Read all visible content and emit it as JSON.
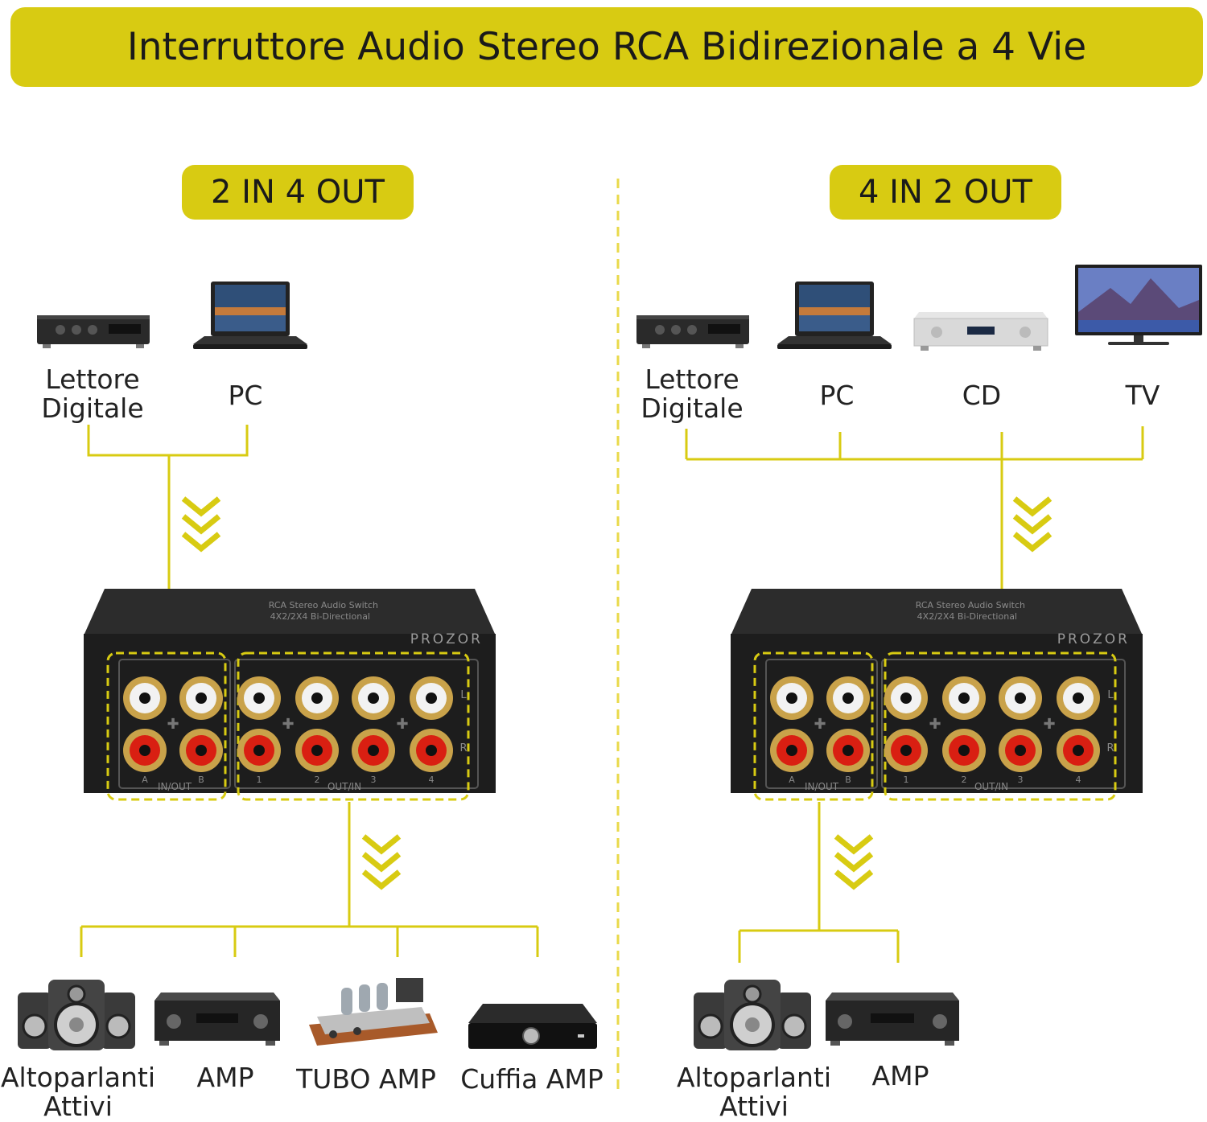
{
  "title": "Interruttore Audio Stereo RCA Bidirezionale a 4 Vie",
  "colors": {
    "accent": "#d8cb12",
    "divider": "#e9d94a",
    "jack_red": "#d91f12",
    "jack_white": "#f2f2f2",
    "gold": "#c9a24a"
  },
  "left": {
    "mode": "2 IN 4 OUT",
    "sources": [
      {
        "line1": "Lettore",
        "line2": "Digitale",
        "icon": "digital-player-icon"
      },
      {
        "line1": "PC",
        "line2": "",
        "icon": "laptop-icon"
      }
    ],
    "outputs": [
      {
        "line1": "Altoparlanti",
        "line2": "Attivi",
        "icon": "speakers-icon"
      },
      {
        "line1": "AMP",
        "line2": "",
        "icon": "amplifier-icon"
      },
      {
        "line1": "TUBO AMP",
        "line2": "",
        "icon": "tube-amp-icon"
      },
      {
        "line1": "Cuffia AMP",
        "line2": "",
        "icon": "headphone-amp-icon"
      }
    ]
  },
  "right": {
    "mode": "4 IN 2 OUT",
    "sources": [
      {
        "line1": "Lettore",
        "line2": "Digitale",
        "icon": "digital-player-icon"
      },
      {
        "line1": "PC",
        "line2": "",
        "icon": "laptop-icon"
      },
      {
        "line1": "CD",
        "line2": "",
        "icon": "cd-player-icon"
      },
      {
        "line1": "TV",
        "line2": "",
        "icon": "tv-icon"
      }
    ],
    "outputs": [
      {
        "line1": "Altoparlanti",
        "line2": "Attivi",
        "icon": "speakers-icon"
      },
      {
        "line1": "AMP",
        "line2": "",
        "icon": "amplifier-icon"
      }
    ]
  },
  "switch_box": {
    "brand": "PROZOR",
    "model": "4X2/2X4 Bi-Directional",
    "desc": "RCA Stereo Audio Switch",
    "group_a_label": "IN/OUT",
    "group_b_label": "OUT/IN",
    "ports_a": [
      "A",
      "B"
    ],
    "ports_b": [
      "1",
      "2",
      "3",
      "4"
    ],
    "channel_l": "L",
    "channel_r": "R",
    "icon": "audio-switch-icon"
  }
}
